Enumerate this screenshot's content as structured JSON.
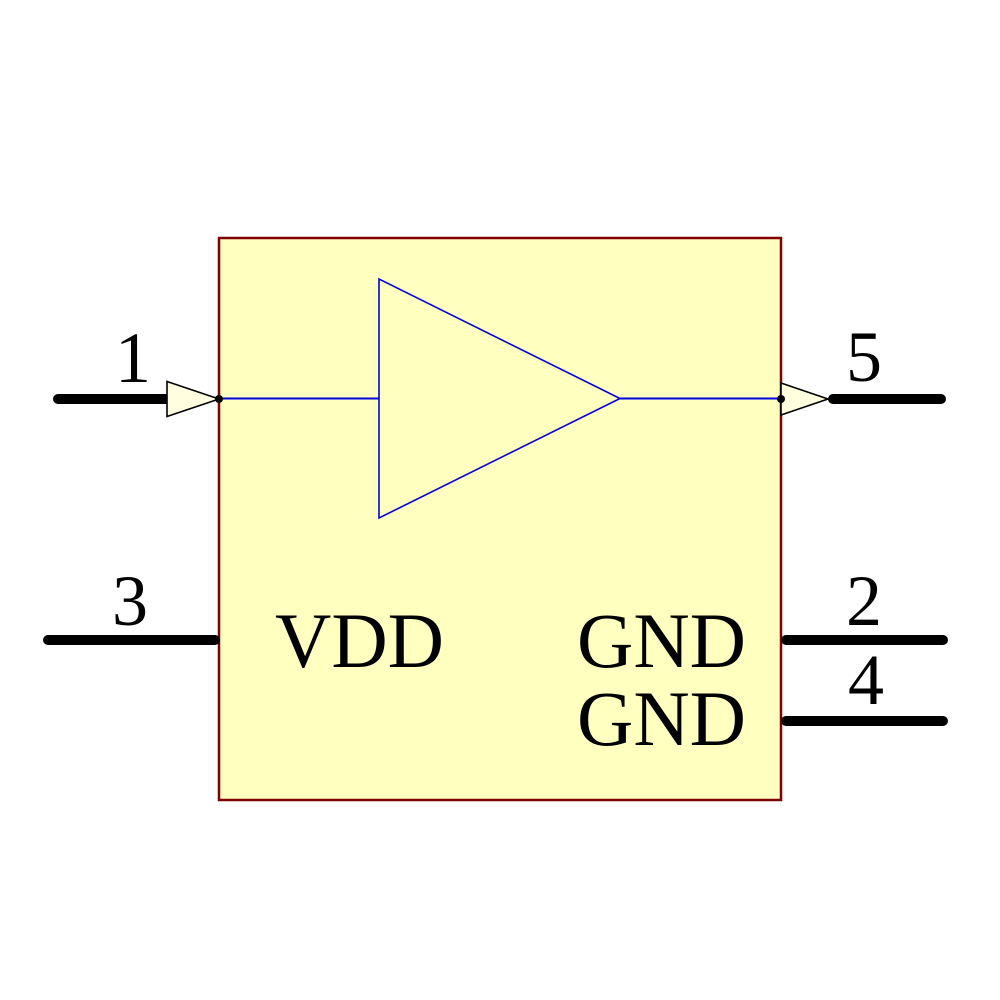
{
  "component": {
    "kind": "buffer-symbol",
    "pins": [
      {
        "number": "1",
        "side": "left",
        "has_arrow": true
      },
      {
        "number": "3",
        "side": "left",
        "has_arrow": false
      },
      {
        "number": "5",
        "side": "right",
        "has_arrow": true
      },
      {
        "number": "2",
        "side": "right",
        "has_arrow": false
      },
      {
        "number": "4",
        "side": "right",
        "has_arrow": false
      }
    ],
    "inner_labels": {
      "vdd": "VDD",
      "gnd_top": "GND",
      "gnd_bottom": "GND"
    }
  },
  "colors": {
    "background": "#FFFFFF",
    "body_fill": "#FFFFC0",
    "body_border": "#800000",
    "wire_blue": "#0000E0",
    "arrow_fill": "#FFFFE0",
    "pin_and_text_black": "#000000"
  }
}
